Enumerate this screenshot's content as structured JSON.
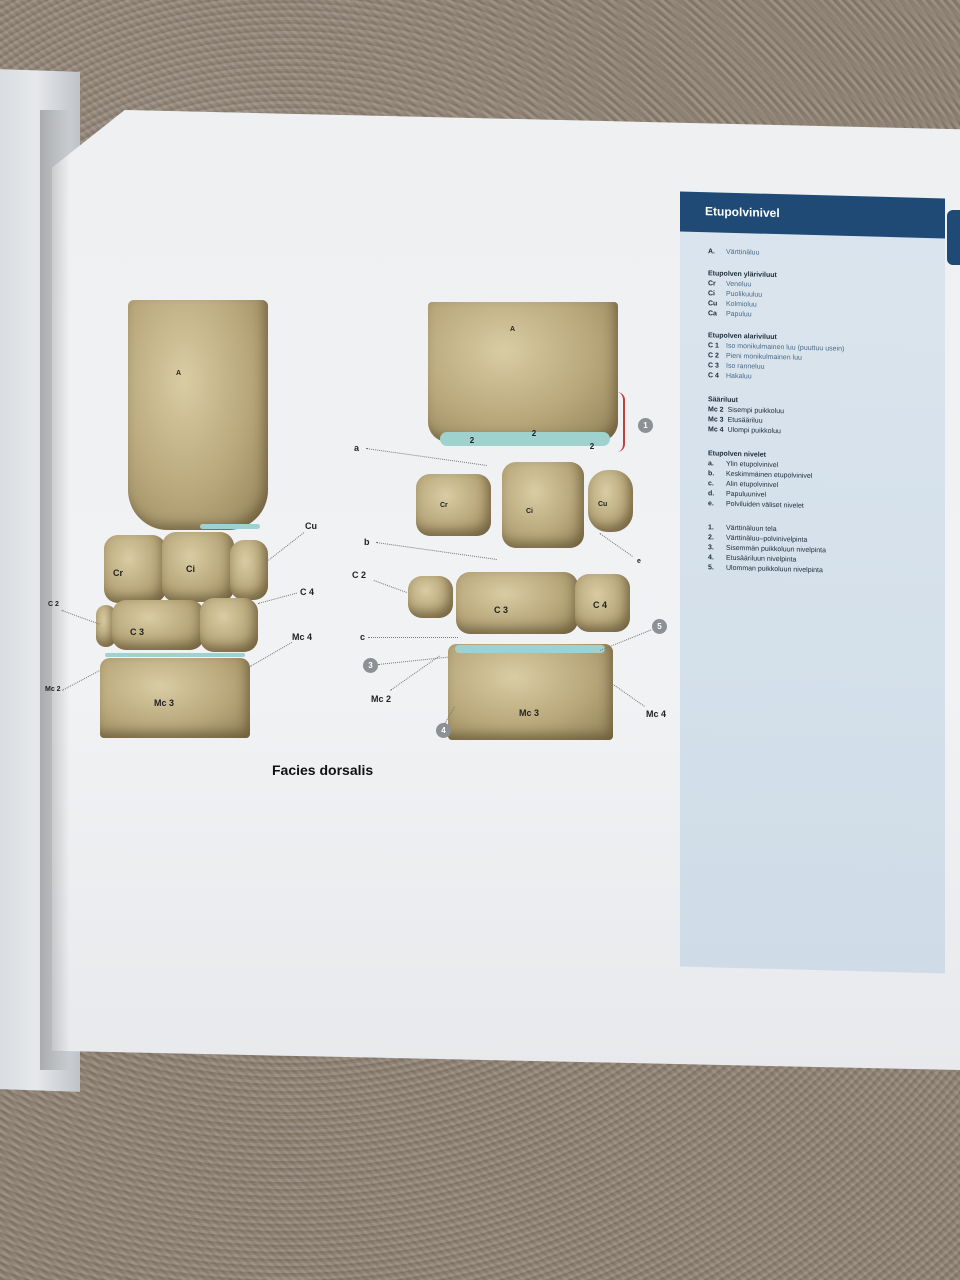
{
  "sidebar": {
    "title": "Etupolvinivel",
    "a_label": "A.",
    "a_value": "Värttinäluu",
    "upper": {
      "heading": "Etupolven ylärivi​luut",
      "rows": [
        {
          "key": "Cr",
          "val": "Veneluu"
        },
        {
          "key": "Ci",
          "val": "Puoli​kuuluu"
        },
        {
          "key": "Cu",
          "val": "Kolmioluu"
        },
        {
          "key": "Ca",
          "val": "Papuluu"
        }
      ]
    },
    "lower": {
      "heading": "Etupolven alarivi​luut",
      "rows": [
        {
          "key": "C 1",
          "val": "Iso monikulmainen luu (puuttuu usein)"
        },
        {
          "key": "C 2",
          "val": "Pieni monikulmainen luu"
        },
        {
          "key": "C 3",
          "val": "Iso ranneluu"
        },
        {
          "key": "C 4",
          "val": "Hakaluu"
        }
      ]
    },
    "metacarpals": {
      "heading": "Sääriluut",
      "rows": [
        {
          "key": "Mc 2",
          "val": "Sisempi puikkoluu"
        },
        {
          "key": "Mc 3",
          "val": "Etusääriluu"
        },
        {
          "key": "Mc 4",
          "val": "Ulompi puikkoluu"
        }
      ]
    },
    "joints": {
      "heading": "Etupolven nivelet",
      "rows": [
        {
          "key": "a.",
          "val": "Ylin etupolvinivel"
        },
        {
          "key": "b.",
          "val": "Keskimmäinen etupolvinivel"
        },
        {
          "key": "c.",
          "val": "Alin etupolvinivel"
        },
        {
          "key": "d.",
          "val": "Papuluunivel"
        },
        {
          "key": "e.",
          "val": "Polviluiden väliset nivelet"
        }
      ]
    },
    "numbered": [
      {
        "key": "1.",
        "val": "Värttinäluun tela"
      },
      {
        "key": "2.",
        "val": "Värttinäluu–polvinivelpinta"
      },
      {
        "key": "3.",
        "val": "Sisemmän puikkoluun nivelpinta"
      },
      {
        "key": "4.",
        "val": "Etusääriluun nivelpinta"
      },
      {
        "key": "5.",
        "val": "Ulomman puikkoluun nivelpinta"
      }
    ]
  },
  "figure_left": {
    "labels": {
      "A": "A",
      "Cr": "Cr",
      "Ci": "Ci",
      "Cu": "Cu",
      "C4": "C 4",
      "Mc4": "Mc 4",
      "C2": "C 2",
      "C3": "C 3",
      "Mc2": "Mc 2",
      "Mc3": "Mc 3"
    }
  },
  "figure_right": {
    "labels": {
      "A": "A",
      "a": "a",
      "b": "b",
      "c": "c",
      "e": "e",
      "Cr": "Cr",
      "Ci": "Ci",
      "Cu": "Cu",
      "C2": "C 2",
      "C3": "C 3",
      "C4": "C 4",
      "Mc2": "Mc 2",
      "Mc3": "Mc 3",
      "Mc4": "Mc 4",
      "n1": "1",
      "n2a": "2",
      "n2b": "2",
      "n2c": "2",
      "n3": "3",
      "n4": "4",
      "n5": "5"
    }
  },
  "caption": "Facies dorsalis"
}
